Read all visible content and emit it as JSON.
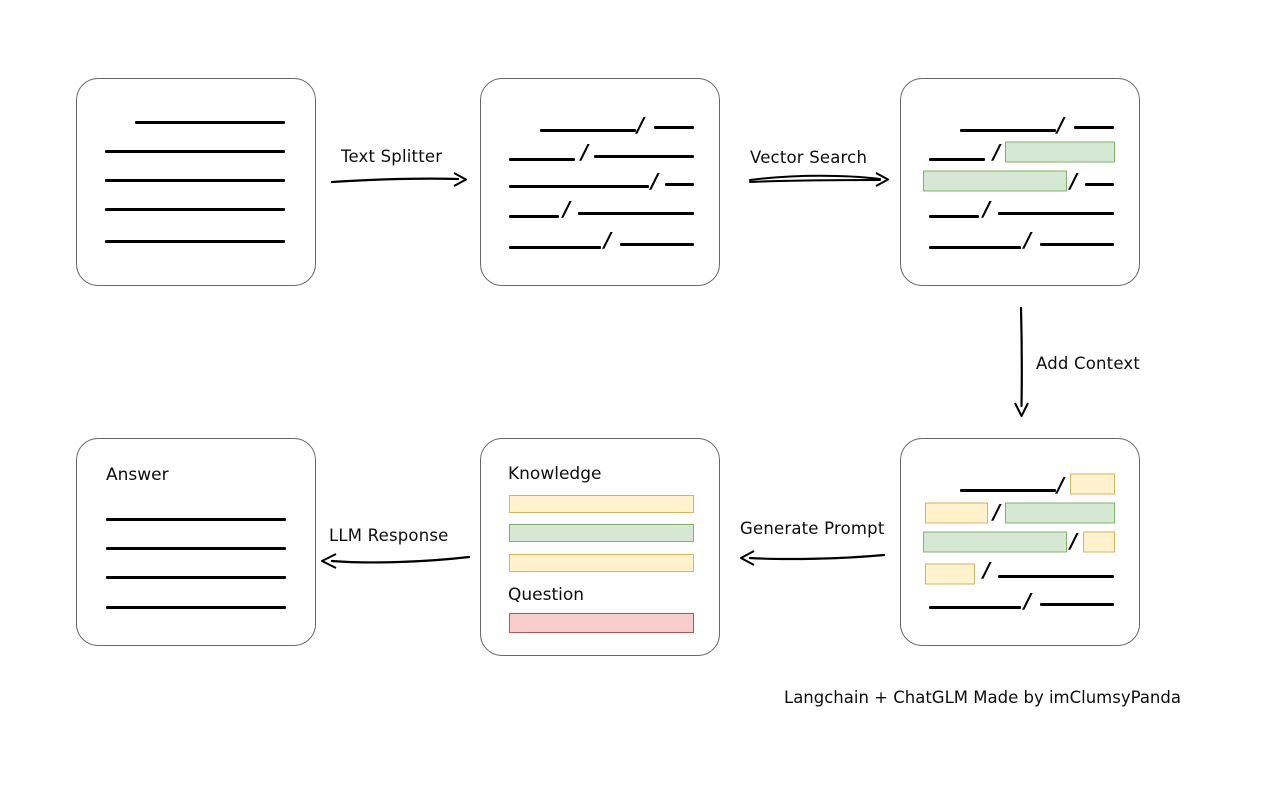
{
  "diagram": {
    "title_footer": "Langchain + ChatGLM Made by imClumsyPanda",
    "colors": {
      "highlight_green_fill": "#d5e8d4",
      "highlight_green_border": "#82b366",
      "highlight_yellow_fill": "#fff2cc",
      "highlight_yellow_border": "#d6b656",
      "highlight_red_fill": "#f8cecc",
      "highlight_red_border": "#b85450",
      "box_border": "#666666",
      "line_stroke": "#000000",
      "background": "#ffffff"
    },
    "nodes": {
      "source_document": {
        "name": "source-document",
        "label": "",
        "lines": 5
      },
      "split_chunks": {
        "name": "split-chunks-document",
        "label": "",
        "lines": 5
      },
      "vector_matches": {
        "name": "vector-matched-document",
        "label": "",
        "lines": 5,
        "highlights": 2
      },
      "context_document": {
        "name": "context-added-document",
        "label": "",
        "lines": 5,
        "highlights": 6
      },
      "prompt_box": {
        "name": "prompt-box",
        "knowledge_label": "Knowledge",
        "question_label": "Question",
        "knowledge_items": 3,
        "question_items": 1
      },
      "answer_box": {
        "name": "answer-box",
        "label": "Answer",
        "lines": 4
      }
    },
    "edges": [
      {
        "id": "text-splitter",
        "label": "Text Splitter",
        "direction": "right"
      },
      {
        "id": "vector-search",
        "label": "Vector Search",
        "direction": "right"
      },
      {
        "id": "add-context",
        "label": "Add Context",
        "direction": "down"
      },
      {
        "id": "generate-prompt",
        "label": "Generate Prompt",
        "direction": "left"
      },
      {
        "id": "llm-response",
        "label": "LLM Response",
        "direction": "left"
      }
    ]
  }
}
